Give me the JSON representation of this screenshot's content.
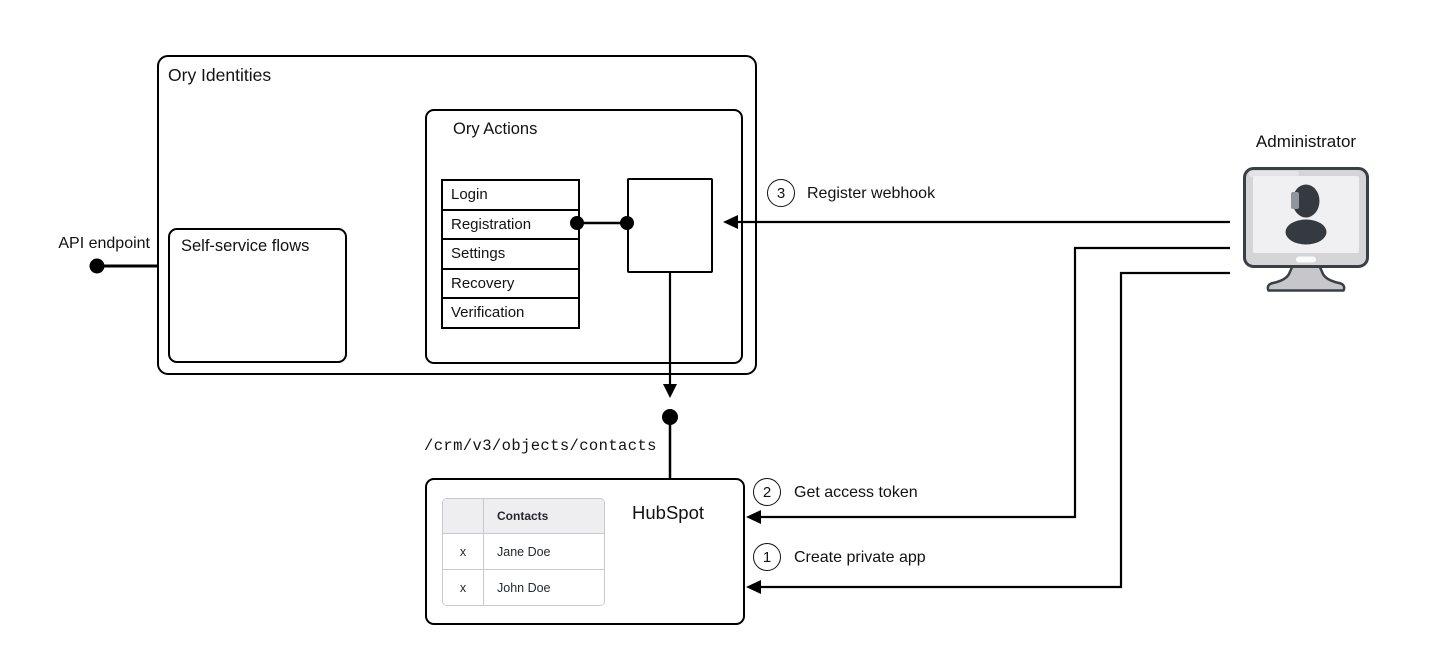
{
  "ory_identities": {
    "title": "Ory Identities"
  },
  "self_service": {
    "label": "Self-service flows"
  },
  "ory_actions": {
    "title": "Ory Actions",
    "flows": [
      "Login",
      "Registration",
      "Settings",
      "Recovery",
      "Verification"
    ]
  },
  "api_endpoint": {
    "label": "API endpoint"
  },
  "administrator": {
    "label": "Administrator"
  },
  "arrows": {
    "register_webhook": {
      "number": "3",
      "label": "Register webhook"
    },
    "get_access_token": {
      "number": "2",
      "label": "Get access token"
    },
    "create_private_app": {
      "number": "1",
      "label": "Create private app"
    }
  },
  "endpoint_path": {
    "label": "/crm/v3/objects/contacts"
  },
  "hubspot": {
    "title": "HubSpot",
    "table": {
      "headers": [
        "",
        "Contacts"
      ],
      "rows": [
        [
          "x",
          "Jane Doe"
        ],
        [
          "x",
          "John Doe"
        ]
      ]
    }
  },
  "colors": {
    "line": "#000000",
    "text": "#121212",
    "monitor_frame": "#d5d5d8",
    "monitor_screen": "#f0f0f2",
    "monitor_outline": "#3a3f45",
    "silhouette": "#343a40",
    "table_border": "#c9c9ce",
    "table_header_bg": "#eeeef0"
  }
}
